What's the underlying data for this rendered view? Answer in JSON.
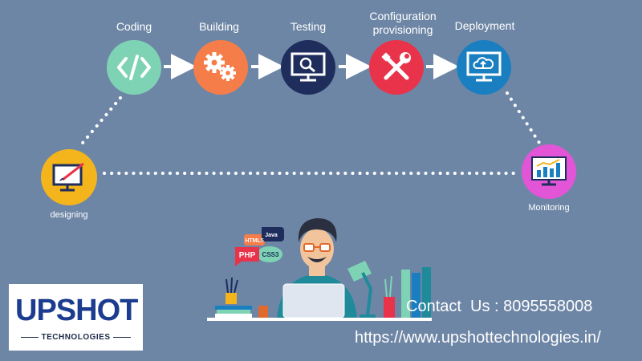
{
  "steps": [
    {
      "label": "Coding",
      "icon": "code-icon",
      "color": "#7fd3b5"
    },
    {
      "label": "Building",
      "icon": "gears-icon",
      "color": "#f47d4a"
    },
    {
      "label": "Testing",
      "icon": "monitor-search-icon",
      "color": "#1e2d5c"
    },
    {
      "label_line1": "Configuration",
      "label_line2": "provisioning",
      "icon": "tools-icon",
      "color": "#e8334a"
    },
    {
      "label": "Deployment",
      "icon": "cloud-monitor-icon",
      "color": "#1a7fc0"
    }
  ],
  "side_nodes": {
    "designing": {
      "label": "designing",
      "icon": "design-monitor-icon",
      "color": "#f4b51c"
    },
    "monitoring": {
      "label": "Monitoring",
      "icon": "chart-monitor-icon",
      "color": "#e255d6"
    }
  },
  "tech_badges": [
    "HTML5",
    "Java",
    "PHP",
    "CSS3"
  ],
  "logo": {
    "main": "UPSHOT",
    "sub": "TECHNOLOGIES"
  },
  "contact": "Contact  Us : 8095558008",
  "url": "https://www.upshottechnologies.in/"
}
